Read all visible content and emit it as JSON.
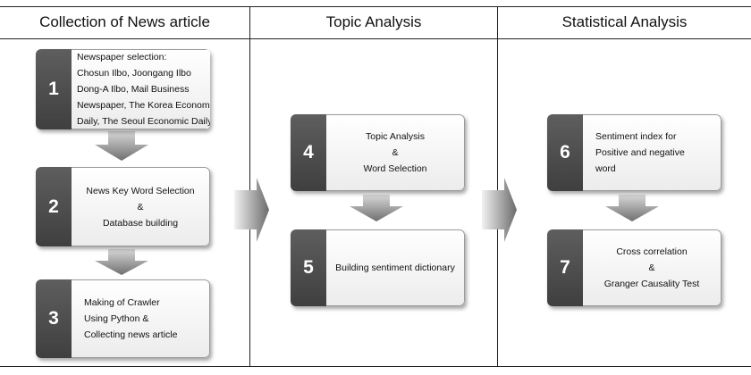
{
  "columns": [
    {
      "title": "Collection of News article"
    },
    {
      "title": "Topic Analysis"
    },
    {
      "title": "Statistical Analysis"
    }
  ],
  "steps": [
    {
      "number": "1",
      "lines": [
        "Newspaper selection:",
        "Chosun Ilbo, Joongang Ilbo",
        "Dong-A Ilbo, Mail Business",
        "Newspaper, The Korea Economic",
        "Daily, The Seoul Economic Daily"
      ]
    },
    {
      "number": "2",
      "lines": [
        "News Key Word Selection",
        "&",
        "Database building"
      ]
    },
    {
      "number": "3",
      "lines": [
        "Making of Crawler",
        "Using Python &",
        "Collecting news article"
      ]
    },
    {
      "number": "4",
      "lines": [
        "Topic Analysis",
        "&",
        "Word Selection"
      ]
    },
    {
      "number": "5",
      "lines": [
        "Building sentiment dictionary"
      ]
    },
    {
      "number": "6",
      "lines": [
        "Sentiment index for",
        "Positive and negative",
        "word"
      ]
    },
    {
      "number": "7",
      "lines": [
        "Cross correlation",
        "&",
        "Granger Causality Test"
      ]
    }
  ],
  "colors": {
    "number_box": "#4a4a4a",
    "arrow": "#8a8a8a",
    "border": "#222222"
  }
}
